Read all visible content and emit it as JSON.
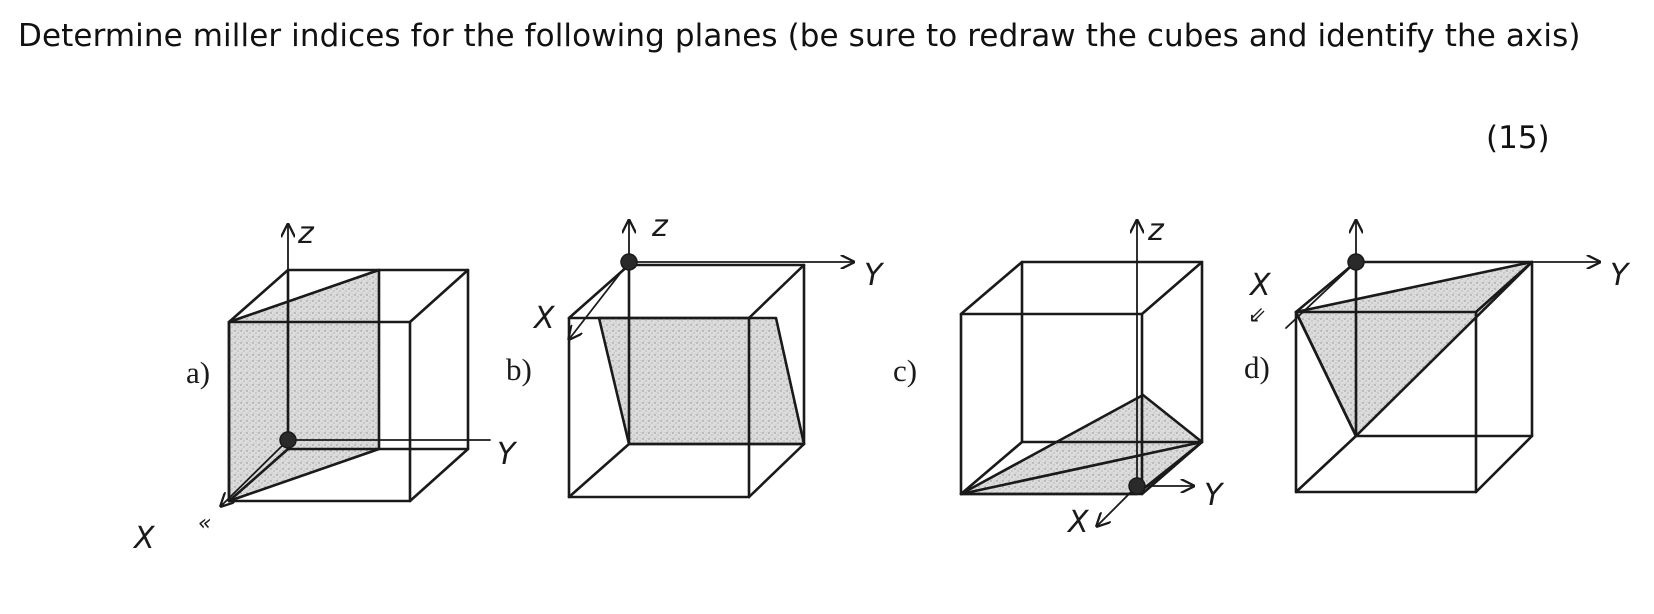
{
  "question": {
    "text": "Determine miller indices for the following planes (be sure to redraw the cubes and identify the axis)",
    "points": "(15)"
  },
  "cubes": [
    {
      "label": "a)",
      "axis_z": "z",
      "axis_y": "Y",
      "axis_x": "X"
    },
    {
      "label": "b)",
      "axis_z": "z",
      "axis_y": "Y",
      "axis_x": "X"
    },
    {
      "label": "c)",
      "axis_z": "z",
      "axis_y": "Y",
      "axis_x": "X"
    },
    {
      "label": "d)",
      "axis_y": "Y",
      "axis_x": "X"
    }
  ],
  "colors": {
    "ink": "#1a1a1a",
    "shade": "#d2d2d2"
  }
}
